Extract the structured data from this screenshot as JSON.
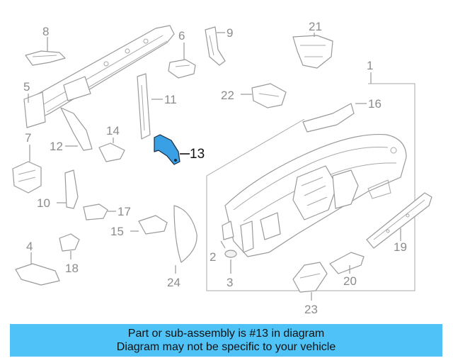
{
  "highlight_color": "#4fc3f7",
  "highlight_part_color": "#3aa0e6",
  "callouts": {
    "c1": "1",
    "c2": "2",
    "c3": "3",
    "c4": "4",
    "c5": "5",
    "c6": "6",
    "c7": "7",
    "c8": "8",
    "c9": "9",
    "c10": "10",
    "c11": "11",
    "c12": "12",
    "c13": "13",
    "c14": "14",
    "c15": "15",
    "c16": "16",
    "c17": "17",
    "c18": "18",
    "c19": "19",
    "c20": "20",
    "c21": "21",
    "c22": "22",
    "c23": "23",
    "c24": "24"
  },
  "banner": {
    "line1": "Part or sub-assembly is #13 in diagram",
    "line2": "Diagram may not be specific to your vehicle"
  }
}
